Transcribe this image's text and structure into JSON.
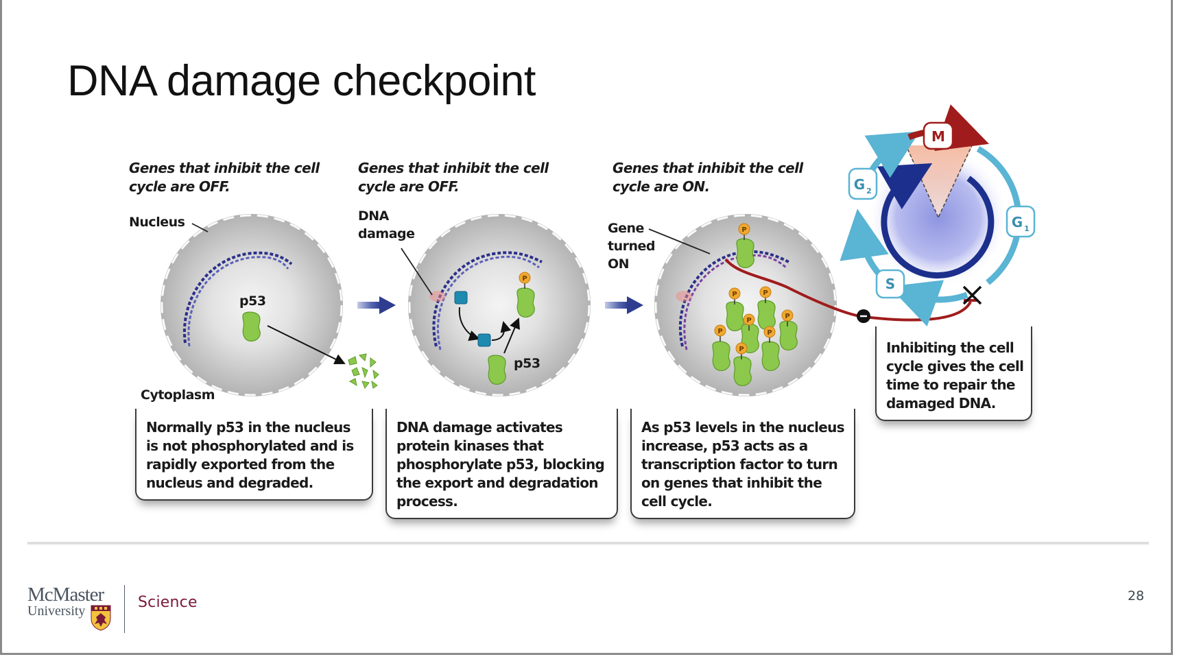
{
  "slide": {
    "title": "DNA damage checkpoint",
    "page_number": "28"
  },
  "diagram": {
    "panels": [
      {
        "header": [
          "Genes that inhibit the cell",
          "cycle are OFF."
        ],
        "labels": {
          "nucleus": "Nucleus",
          "p53": "p53",
          "cytoplasm": "Cytoplasm"
        },
        "caption": [
          "Normally p53 in the nucleus",
          "is not phosphorylated and is",
          "rapidly exported from the",
          "nucleus and degraded."
        ]
      },
      {
        "header": [
          "Genes that inhibit the cell",
          "cycle are OFF."
        ],
        "labels": {
          "dna_damage": [
            "DNA",
            "damage"
          ],
          "p53": "p53",
          "phosphate": "P"
        },
        "caption": [
          "DNA damage activates",
          "protein kinases that",
          "phosphorylate p53, blocking",
          "the export and degradation",
          "process."
        ]
      },
      {
        "header": [
          "Genes that inhibit the cell",
          "cycle are ON."
        ],
        "labels": {
          "gene_on": [
            "Gene",
            "turned",
            "ON"
          ],
          "phosphate": "P"
        },
        "caption": [
          "As p53 levels in the nucleus",
          "increase, p53 acts as a",
          "transcription factor to turn",
          "on genes that inhibit the",
          "cell cycle."
        ]
      }
    ],
    "cell_cycle": {
      "phases": {
        "m": "M",
        "g1": "G",
        "g1_sub": "1",
        "s": "S",
        "g2": "G",
        "g2_sub": "2"
      },
      "inhibit_symbol": "−",
      "caption": [
        "Inhibiting the cell",
        "cycle gives the cell",
        "time to repair the",
        "damaged DNA."
      ]
    },
    "colors": {
      "nucleus_fill": "#c4c4c4",
      "dna_strand": "#2b2f8a",
      "p53": "#8cc84b",
      "phosphate": "#f0a830",
      "kinase": "#1f8ab0",
      "flow_arrow": "#2e3d8f",
      "inhibit_line": "#a01c1c",
      "cycle_ring": "#5ab4d4",
      "inner_ring": "#1c2f8c",
      "m_phase": "#a01c1c"
    }
  },
  "footer": {
    "logo_line1": "McMaster",
    "logo_line2": "University",
    "faculty": "Science"
  }
}
